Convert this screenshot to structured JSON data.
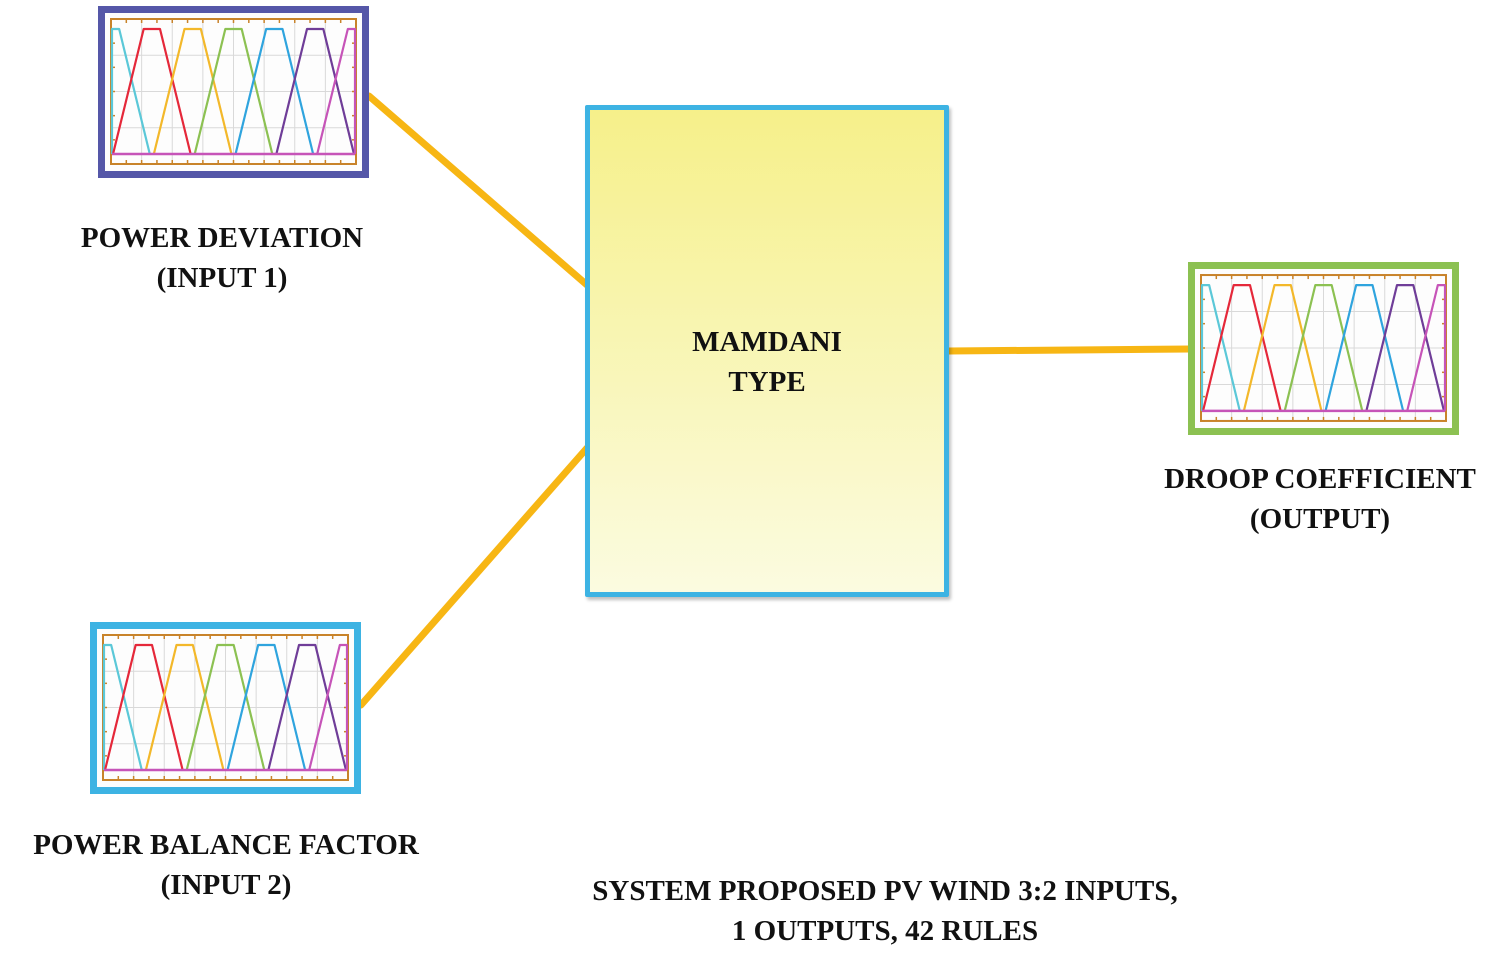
{
  "engine": {
    "line1": "MAMDANI",
    "line2": "TYPE"
  },
  "inputs": [
    {
      "name_line": "POWER DEVIATION",
      "role_line": "(INPUT 1)"
    },
    {
      "name_line": "POWER BALANCE FACTOR",
      "role_line": "(INPUT 2)"
    }
  ],
  "output": {
    "name_line": "DROOP COEFFICIENT",
    "role_line": "(OUTPUT)"
  },
  "system_caption": {
    "line1": "SYSTEM PROPOSED PV WIND 3:2 INPUTS,",
    "line2": "1 OUTPUTS, 42 RULES"
  },
  "colors": {
    "connector": "#f7b614",
    "input1_frame": "#5557a8",
    "input2_frame": "#3db3e3",
    "output_frame": "#8cc152",
    "engine_border": "#3db3e3",
    "engine_fill_top": "#f6f08a",
    "engine_fill_bottom": "#fbfbe0",
    "mf_axis": "#c8832a",
    "mf_grid": "#d9d9d9",
    "mf_series": [
      "#5bc8d8",
      "#e5283a",
      "#f3b82a",
      "#8cc152",
      "#2fa4de",
      "#6f3d98",
      "#c654b8"
    ]
  }
}
